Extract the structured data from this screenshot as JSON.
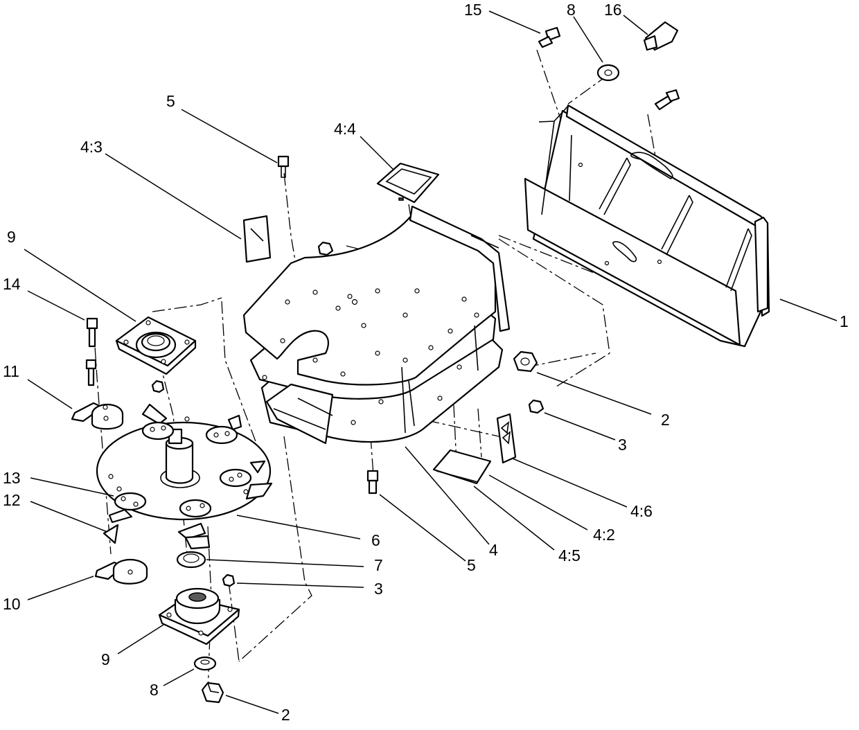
{
  "callouts": [
    {
      "id": "c-15",
      "text": "15"
    },
    {
      "id": "c-8-top",
      "text": "8"
    },
    {
      "id": "c-16",
      "text": "16"
    },
    {
      "id": "c-5-top",
      "text": "5"
    },
    {
      "id": "c-4-4",
      "text": "4:4"
    },
    {
      "id": "c-4-3",
      "text": "4:3"
    },
    {
      "id": "c-9-top",
      "text": "9"
    },
    {
      "id": "c-14",
      "text": "14"
    },
    {
      "id": "c-1",
      "text": "1"
    },
    {
      "id": "c-11",
      "text": "11"
    },
    {
      "id": "c-2-right",
      "text": "2"
    },
    {
      "id": "c-3-right",
      "text": "3"
    },
    {
      "id": "c-13",
      "text": "13"
    },
    {
      "id": "c-12",
      "text": "12"
    },
    {
      "id": "c-4-6",
      "text": "4:6"
    },
    {
      "id": "c-6",
      "text": "6"
    },
    {
      "id": "c-4-2",
      "text": "4:2"
    },
    {
      "id": "c-4",
      "text": "4"
    },
    {
      "id": "c-4-5",
      "text": "4:5"
    },
    {
      "id": "c-5-bottom",
      "text": "5"
    },
    {
      "id": "c-7",
      "text": "7"
    },
    {
      "id": "c-3-bottom",
      "text": "3"
    },
    {
      "id": "c-10",
      "text": "10"
    },
    {
      "id": "c-9-bottom",
      "text": "9"
    },
    {
      "id": "c-8-bottom",
      "text": "8"
    },
    {
      "id": "c-2-bottom",
      "text": "2"
    }
  ]
}
